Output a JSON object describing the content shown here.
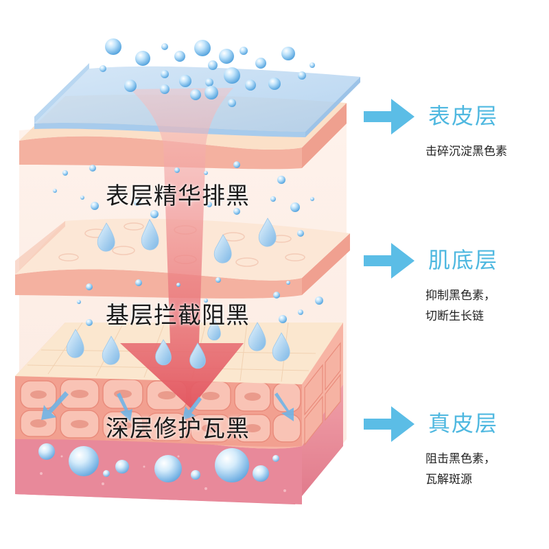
{
  "diagram": {
    "center_labels": [
      "表层精华排黑",
      "基层拦截阻黑",
      "深层修护瓦黑"
    ],
    "callouts": [
      {
        "title": "表皮层",
        "desc_lines": [
          "击碎沉淀黑色素"
        ]
      },
      {
        "title": "肌底层",
        "desc_lines": [
          "抑制黑色素，",
          "切断生长链"
        ]
      },
      {
        "title": "真皮层",
        "desc_lines": [
          "阻击黑色素，",
          "瓦解斑源"
        ]
      }
    ]
  },
  "colors": {
    "accent_blue": "#4fb8e0",
    "arrow_pink": "#e8656f",
    "skin_pink": "#f4b4a0",
    "dermis_pink": "#e88a96",
    "cream": "#fcebd4"
  }
}
